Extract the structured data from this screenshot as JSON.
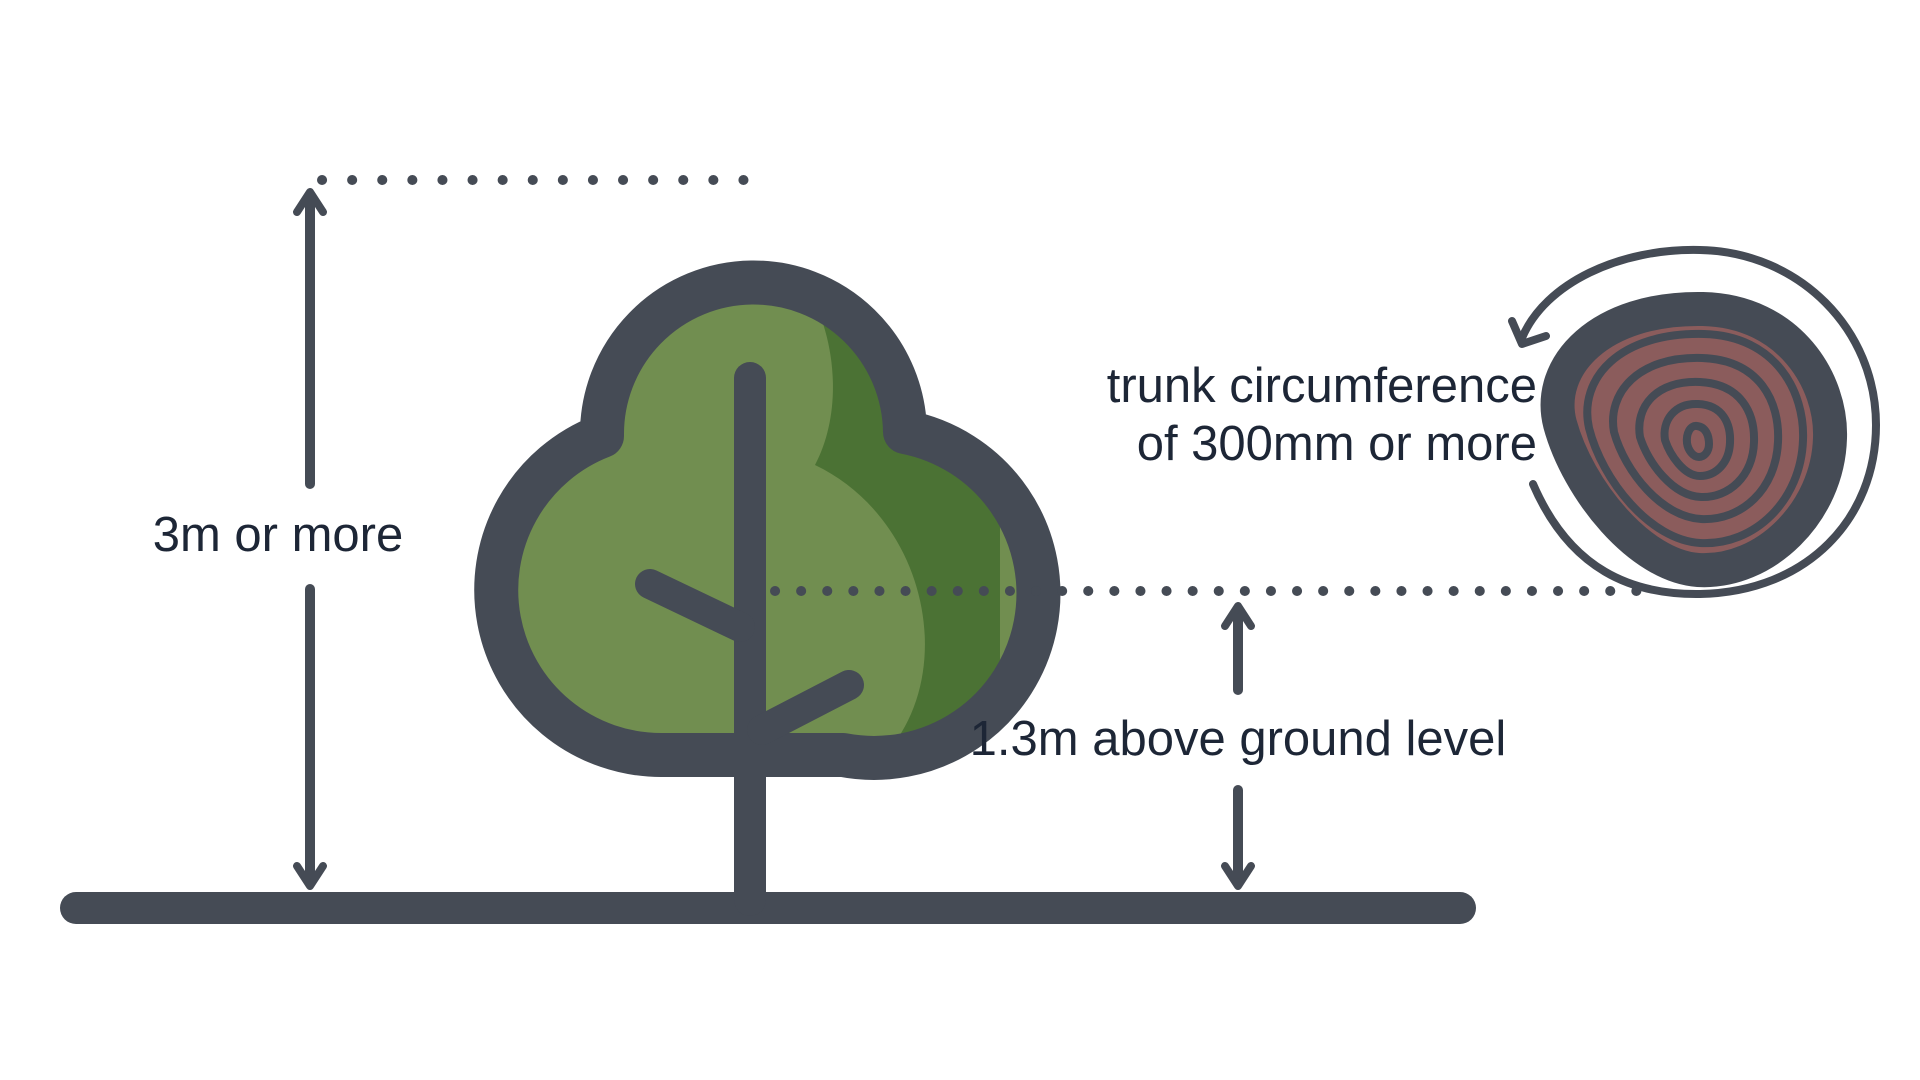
{
  "labels": {
    "height": "3m or more",
    "circumference_line1": "trunk circumference",
    "circumference_line2": "of 300mm or more",
    "measure_height": "1.3m above ground level"
  },
  "colors": {
    "outline": "#454b55",
    "foliage_light": "#718e50",
    "foliage_dark": "#4b7234",
    "trunk_rings": "#8b5c5c",
    "text": "#1d2636",
    "background": "#ffffff"
  },
  "icons": {
    "tree": "tree-icon",
    "trunk_cross_section": "tree-rings-icon",
    "rotation_arrow": "circular-arrow-icon"
  }
}
